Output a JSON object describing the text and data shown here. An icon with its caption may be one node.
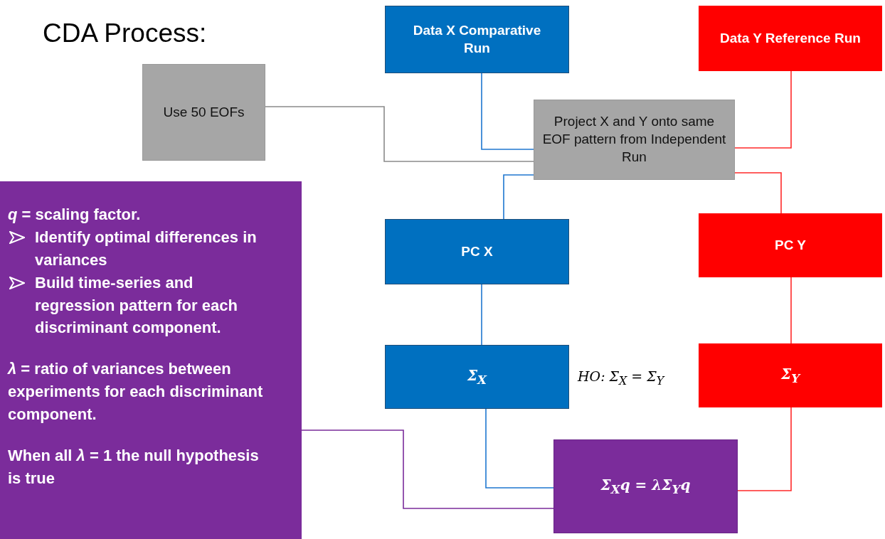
{
  "diagram": {
    "title": "CDA Process:",
    "nodes": [
      {
        "text": [
          "Data X Comparative Run"
        ]
      },
      {
        "text": [
          "Data Y Reference Run"
        ]
      },
      {
        "text": [
          "Use 50 EOFs"
        ]
      },
      {
        "text": [
          "Project X and Y onto same EOF pattern from Independent Run"
        ]
      },
      {
        "text": [
          "PC X"
        ]
      },
      {
        "text": [
          "PC Y"
        ]
      },
      {
        "text": [
          "Σ$_{X}$"
        ]
      },
      {
        "text": [
          "Σ$_{Y}$"
        ]
      },
      {
        "text": [
          "Σ$_{X}$q = λΣ$_{Y}$q"
        ]
      },
      {
        "text": [
          "*q* = scaling factor.",
          "Identify optimal differences in variances",
          "Build time-series and regression pattern  for each discriminant component.",
          "*λ* = ratio of variances between experiments for each discriminant component.",
          "When all *λ* = 1  the null hypothesis is true"
        ]
      }
    ],
    "edges": [
      {
        "from": 0,
        "to": 3,
        "arrow": "none",
        "color": "#1f77d0"
      },
      {
        "from": 1,
        "to": 3,
        "arrow": "none",
        "color": "#ff2a2a"
      },
      {
        "from": 2,
        "to": 3,
        "arrow": "none",
        "color": "#8a8a8a"
      },
      {
        "from": 3,
        "to": 4,
        "arrow": "none",
        "color": "#1f77d0"
      },
      {
        "from": 3,
        "to": 5,
        "arrow": "none",
        "color": "#ff2a2a"
      },
      {
        "from": 4,
        "to": 6,
        "arrow": "none",
        "color": "#1f77d0"
      },
      {
        "from": 5,
        "to": 7,
        "arrow": "none",
        "color": "#ff2a2a"
      },
      {
        "from": 6,
        "to": 8,
        "arrow": "none",
        "color": "#1f77d0"
      },
      {
        "from": 7,
        "to": 8,
        "arrow": "none",
        "color": "#ff2a2a"
      },
      {
        "from": 9,
        "to": 8,
        "arrow": "none",
        "color": "#7b2c9b"
      }
    ],
    "labels": [
      "HO: Σ$_{X}$ = Σ$_{Y}$"
    ]
  }
}
